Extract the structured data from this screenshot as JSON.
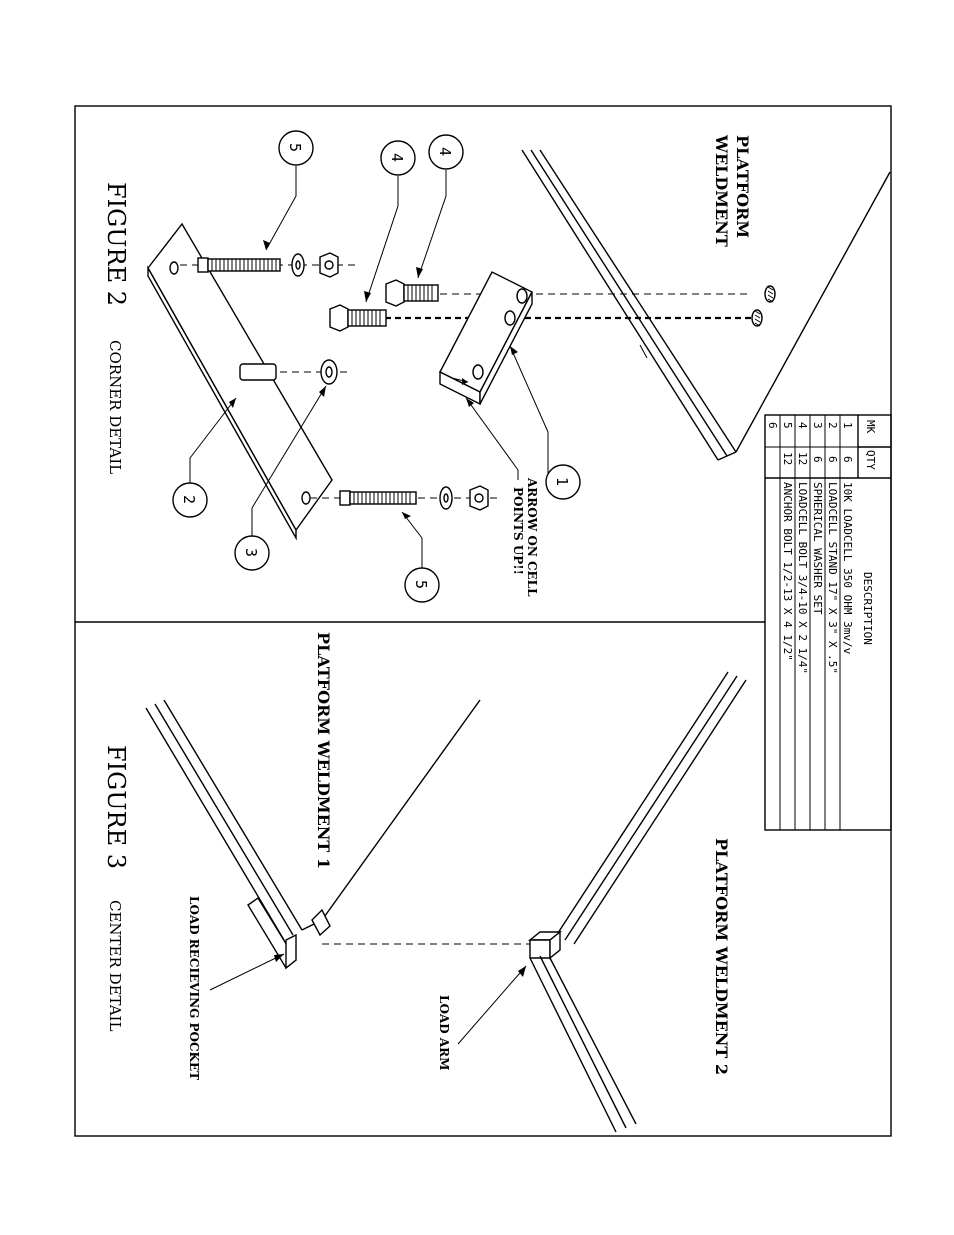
{
  "figure2": {
    "title": "FIGURE 2",
    "subtitle": "CORNER DETAIL",
    "platform_label_1": "PLATFORM",
    "platform_label_2": "WELDMENT",
    "arrow_note_1": "ARROW ON CELL",
    "arrow_note_2": "POINTS UP!!"
  },
  "figure3": {
    "title": "FIGURE 3",
    "subtitle": "CENTER DETAIL",
    "weldment_1": "PLATFORM WELDMENT 1",
    "weldment_2": "PLATFORM WELDMENT 2",
    "load_arm": "LOAD ARM",
    "load_pocket": "LOAD RECIEVING POCKET"
  },
  "balloons": {
    "one": "1",
    "two": "2",
    "three": "3",
    "four": "4",
    "five": "5"
  },
  "bom": {
    "headers": {
      "mk": "MK",
      "qty": "QTY",
      "description": "DESCRIPTION"
    },
    "rows": [
      {
        "mk": "1",
        "qty": "6",
        "description": "10K LOADCELL 350 OHM 3mv/v"
      },
      {
        "mk": "2",
        "qty": "6",
        "description": "LOADCELL STAND 17\" X 3\" X .5\""
      },
      {
        "mk": "3",
        "qty": "6",
        "description": "SPHERICAL WASHER SET"
      },
      {
        "mk": "4",
        "qty": "12",
        "description": "LOADCELL BOLT 3/4-10 X 2 1/4\""
      },
      {
        "mk": "5",
        "qty": "12",
        "description": "ANCHOR BOLT 1/2-13 X 4 1/2\""
      },
      {
        "mk": "6",
        "qty": "",
        "description": ""
      }
    ]
  }
}
